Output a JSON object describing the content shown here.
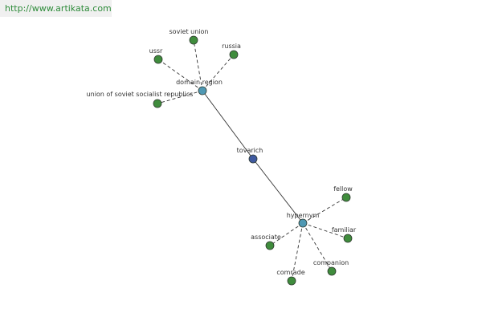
{
  "watermark": "http://www.artikata.com",
  "colors": {
    "center": "#3f5aa0",
    "relation": "#4f98b3",
    "leaf": "#3f8c3c"
  },
  "graph": {
    "center": {
      "id": "tovarich",
      "label": "tovarich"
    },
    "relations": [
      {
        "id": "domain-region",
        "label": "domain region"
      },
      {
        "id": "hypernym",
        "label": "hypernym"
      }
    ],
    "leaves": [
      {
        "id": "soviet-union",
        "label": "soviet union",
        "parent": "domain-region"
      },
      {
        "id": "russia",
        "label": "russia",
        "parent": "domain-region"
      },
      {
        "id": "ussr",
        "label": "ussr",
        "parent": "domain-region"
      },
      {
        "id": "union-of-soviet-socialist-republics",
        "label": "union of soviet socialist republics",
        "parent": "domain-region"
      },
      {
        "id": "fellow",
        "label": "fellow",
        "parent": "hypernym"
      },
      {
        "id": "familiar",
        "label": "familiar",
        "parent": "hypernym"
      },
      {
        "id": "associate",
        "label": "associate",
        "parent": "hypernym"
      },
      {
        "id": "companion",
        "label": "companion",
        "parent": "hypernym"
      },
      {
        "id": "comrade",
        "label": "comrade",
        "parent": "hypernym"
      }
    ]
  }
}
